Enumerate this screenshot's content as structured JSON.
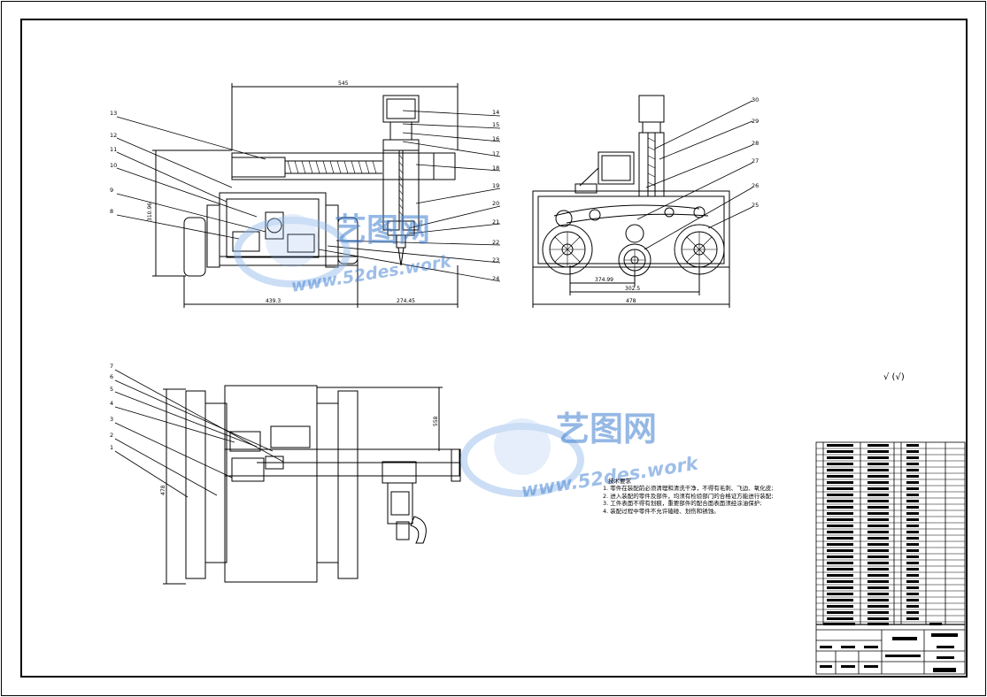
{
  "drawing": {
    "front_view": {
      "dim_top": "545",
      "dim_height": "310.96",
      "dim_bottom_left": "439.3",
      "dim_bottom_right": "274.45"
    },
    "side_view": {
      "dim_inner": "374.99",
      "dim_mid": "302.5",
      "dim_total": "478"
    },
    "top_view": {
      "dim_right": "558",
      "dim_left": "478"
    },
    "balloons_left_front": [
      "13",
      "12",
      "11",
      "10",
      "9",
      "8"
    ],
    "balloons_right_front": [
      "14",
      "15",
      "16",
      "17",
      "18",
      "19",
      "20",
      "21",
      "22",
      "23",
      "24"
    ],
    "balloons_side": [
      "30",
      "29",
      "28",
      "27",
      "26",
      "25"
    ],
    "balloons_top": [
      "7",
      "6",
      "5",
      "4",
      "3",
      "2",
      "1"
    ]
  },
  "watermark": {
    "brand": "艺图网",
    "url": "www.52des.work"
  },
  "roughness_symbol": "√  (√)",
  "tech_notes": {
    "title": "技术要求",
    "items": [
      "1. 零件在装配前必须清理和清洗干净，不得有毛刺、飞边、氧化皮;",
      "2. 进入装配的零件及部件，均须有检验部门的合格证方能进行装配;",
      "3. 工件表面不得有划痕，重要部件的配合面表面须经涂油保护;",
      "4. 装配过程中零件不允许磕碰、划伤和锈蚀。"
    ]
  },
  "colors": {
    "line": "#000000",
    "watermark_blue": "#3f7fd0",
    "watermark_light": "#8db8ec"
  }
}
